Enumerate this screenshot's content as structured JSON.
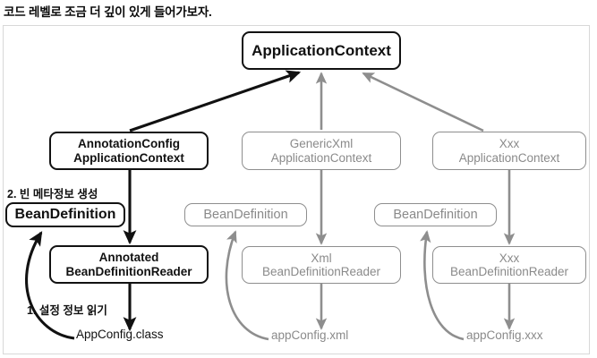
{
  "page": {
    "title": "코드 레벨로 조금 더 깊이 있게 들어가보자."
  },
  "colors": {
    "dark": "#111111",
    "gray": "#8a8a8a",
    "frame_border": "#d8d8d8",
    "background": "#ffffff"
  },
  "diagram": {
    "type": "class-hierarchy-flow",
    "nodes": {
      "application_context": {
        "label": "ApplicationContext",
        "style": "dark"
      },
      "annotation_config_context": {
        "line1": "AnnotationConfig",
        "line2": "ApplicationContext",
        "style": "dark"
      },
      "generic_xml_context": {
        "line1": "GenericXml",
        "line2": "ApplicationContext",
        "style": "gray"
      },
      "xxx_context": {
        "line1": "Xxx",
        "line2": "ApplicationContext",
        "style": "gray"
      },
      "bean_definition_left": {
        "label": "BeanDefinition",
        "style": "dark"
      },
      "bean_definition_mid": {
        "label": "BeanDefinition",
        "style": "gray"
      },
      "bean_definition_right": {
        "label": "BeanDefinition",
        "style": "gray"
      },
      "annotated_reader": {
        "line1": "Annotated",
        "line2": "BeanDefinitionReader",
        "style": "dark"
      },
      "xml_reader": {
        "line1": "Xml",
        "line2": "BeanDefinitionReader",
        "style": "gray"
      },
      "xxx_reader": {
        "line1": "Xxx",
        "line2": "BeanDefinitionReader",
        "style": "gray"
      }
    },
    "annotations": {
      "step2": "2. 빈 메타정보 생성",
      "step1": "1. 설정 정보 읽기"
    },
    "files": {
      "app_config_class": "AppConfig.class",
      "app_config_xml": "appConfig.xml",
      "app_config_xxx": "appConfig.xxx"
    },
    "edges": [
      {
        "from": "annotation_config_context",
        "to": "application_context",
        "style": "dark",
        "kind": "inherits"
      },
      {
        "from": "generic_xml_context",
        "to": "application_context",
        "style": "gray",
        "kind": "inherits"
      },
      {
        "from": "xxx_context",
        "to": "application_context",
        "style": "gray",
        "kind": "inherits"
      },
      {
        "from": "annotation_config_context",
        "to": "annotated_reader",
        "style": "dark",
        "kind": "uses"
      },
      {
        "from": "generic_xml_context",
        "to": "xml_reader",
        "style": "gray",
        "kind": "uses"
      },
      {
        "from": "xxx_context",
        "to": "xxx_reader",
        "style": "gray",
        "kind": "uses"
      },
      {
        "from": "annotated_reader",
        "to": "app_config_class",
        "style": "dark",
        "kind": "reads"
      },
      {
        "from": "xml_reader",
        "to": "app_config_xml",
        "style": "gray",
        "kind": "reads"
      },
      {
        "from": "xxx_reader",
        "to": "app_config_xxx",
        "style": "gray",
        "kind": "reads"
      },
      {
        "from": "app_config_class",
        "to": "bean_definition_left",
        "style": "dark",
        "kind": "creates"
      },
      {
        "from": "app_config_xml",
        "to": "bean_definition_mid",
        "style": "gray",
        "kind": "creates"
      },
      {
        "from": "app_config_xxx",
        "to": "bean_definition_right",
        "style": "gray",
        "kind": "creates"
      }
    ]
  }
}
